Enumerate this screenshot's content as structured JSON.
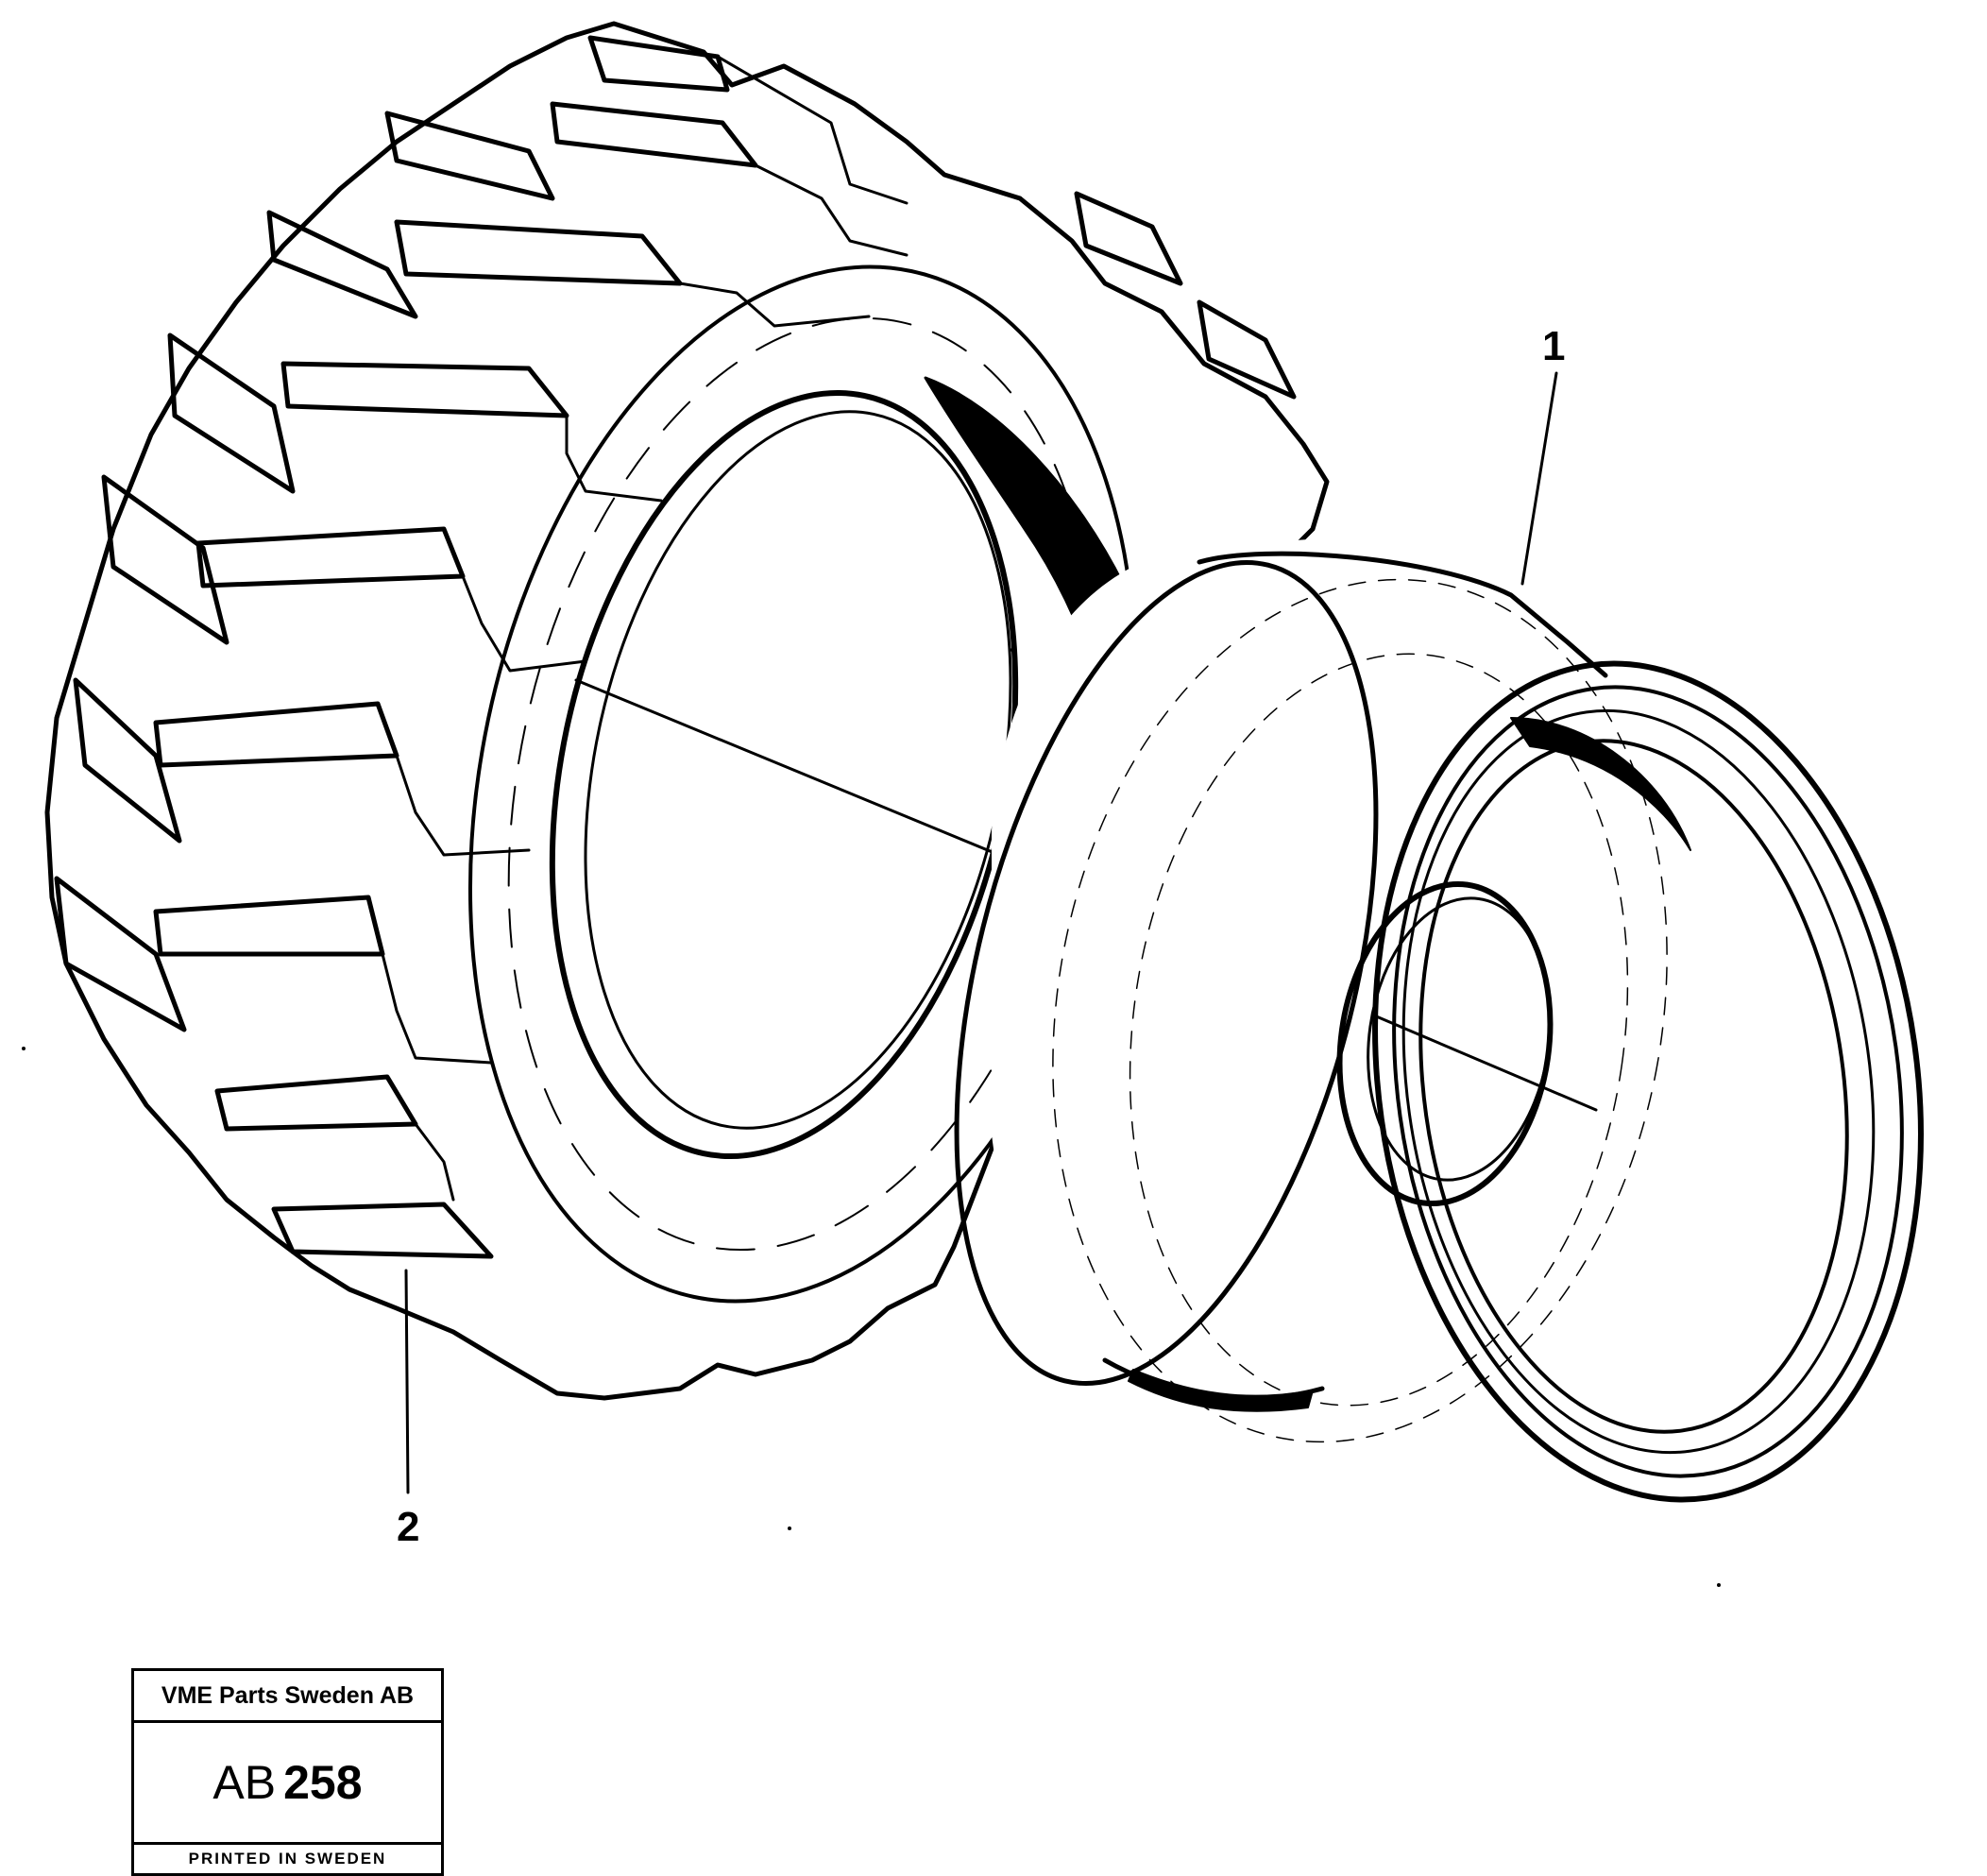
{
  "callouts": {
    "rim": "1",
    "tyre": "2"
  },
  "stamp": {
    "company": "VME Parts Sweden AB",
    "code_prefix": "AB",
    "code_number": "258",
    "footer": "PRINTED IN SWEDEN"
  },
  "colors": {
    "ink": "#000000",
    "paper": "#ffffff"
  }
}
